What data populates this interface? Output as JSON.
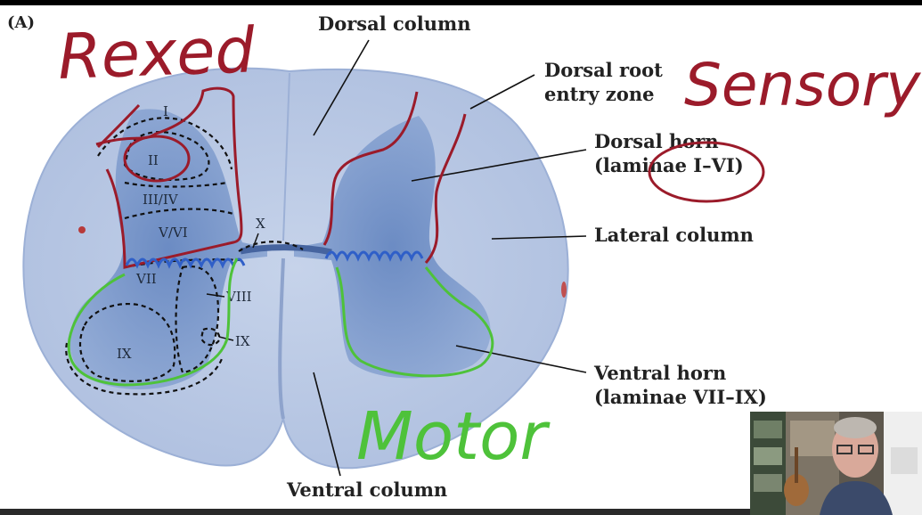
{
  "panel_label": "(A)",
  "labels": {
    "dorsal_column": "Dorsal column",
    "dorsal_root_1": "Dorsal root",
    "dorsal_root_2": "entry zone",
    "dorsal_horn_1": "Dorsal horn",
    "dorsal_horn_2": "(laminae I–VI)",
    "lateral_column": "Lateral column",
    "ventral_horn_1": "Ventral horn",
    "ventral_horn_2": "(laminae VII–IX)",
    "ventral_column": "Ventral column"
  },
  "laminae": {
    "I": "I",
    "II": "II",
    "III_IV": "III/IV",
    "V_VI": "V/VI",
    "X": "X",
    "VII": "VII",
    "VIII": "VIII",
    "IX_inner": "IX",
    "IX_outer": "IX"
  },
  "annotations": {
    "rexed": "Rexed",
    "sensory": "Sensory",
    "motor": "Motor"
  },
  "colors": {
    "tissue": "#b9c8e2",
    "gray_matter": "#6d8fc4",
    "annotation_red": "#9b1b2a",
    "annotation_blue": "#2f5fc8",
    "annotation_green": "#4ec23a"
  }
}
